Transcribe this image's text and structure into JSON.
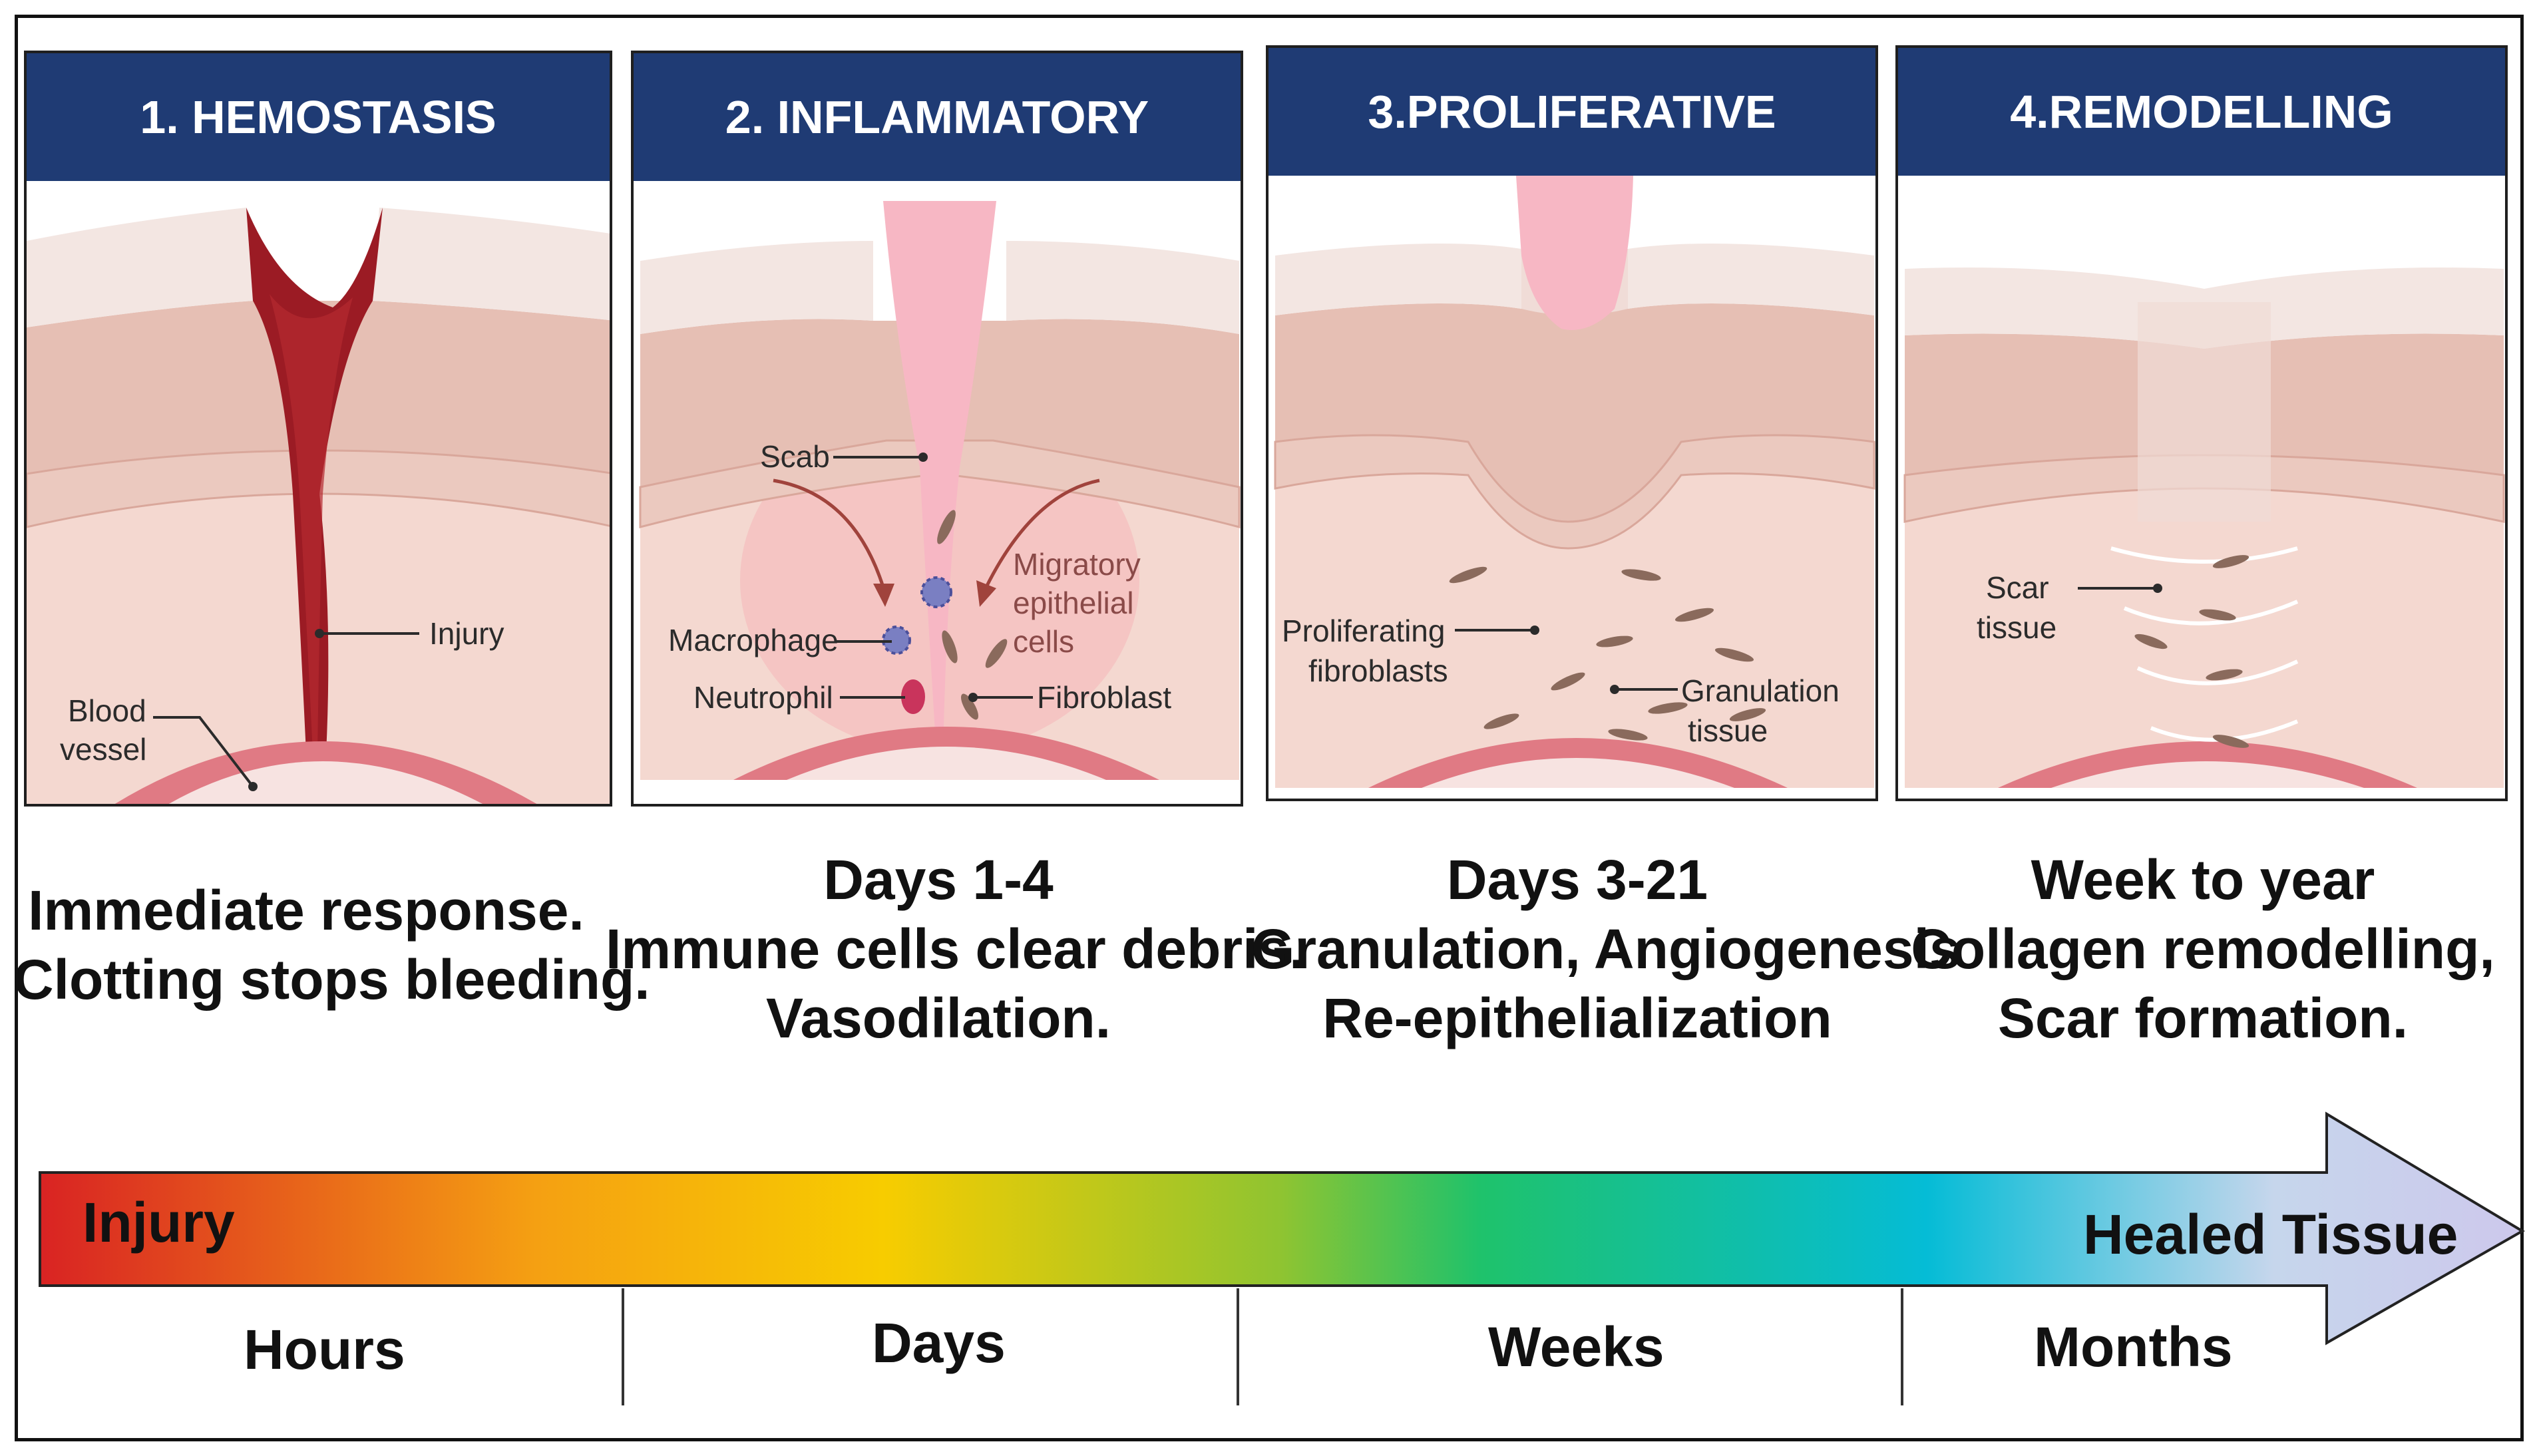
{
  "phases": [
    {
      "title": "1.  HEMOSTASIS",
      "labels": {
        "injury": "Injury",
        "blood_vessel_1": "Blood",
        "blood_vessel_2": "vessel"
      },
      "description": [
        "Immediate response.",
        "Clotting stops bleeding."
      ]
    },
    {
      "title": "2. INFLAMMATORY",
      "labels": {
        "scab": "Scab",
        "migratory_1": "Migratory",
        "migratory_2": "epithelial",
        "migratory_3": "cells",
        "macrophage": "Macrophage",
        "neutrophil": "Neutrophil",
        "fibroblast": "Fibroblast"
      },
      "description": [
        "Days 1-4",
        "Immune cells clear debris.",
        "Vasodilation."
      ]
    },
    {
      "title": "3.PROLIFERATIVE",
      "labels": {
        "proliferating_1": "Proliferating",
        "proliferating_2": "fibroblasts",
        "granulation_1": "Granulation",
        "granulation_2": "tissue"
      },
      "description": [
        "Days 3-21",
        "Granulation, Angiogenesis",
        "Re-epithelialization"
      ]
    },
    {
      "title": "4.REMODELLING",
      "labels": {
        "scar_1": "Scar",
        "scar_2": "tissue"
      },
      "description": [
        "Week  to year",
        "Collagen remodelling,",
        "Scar formation."
      ]
    }
  ],
  "timeline": {
    "start_label": "Injury",
    "end_label": "Healed Tissue",
    "scale": [
      "Hours",
      "Days",
      "Weeks",
      "Months"
    ],
    "gradient_colors": [
      "#d92323",
      "#f5a012",
      "#f7cc00",
      "#8fc431",
      "#1fc26b",
      "#05bcd6",
      "#c6d6ec",
      "#cdc8ec"
    ]
  },
  "colors": {
    "header": "#1f3b74",
    "skin_top": "#f1e4df",
    "dermis": "#e9c6bc",
    "tissue": "#f4d8d0",
    "vessel": "#e07a84",
    "blood": "#9b1b24",
    "scab": "#f7b7c4"
  }
}
